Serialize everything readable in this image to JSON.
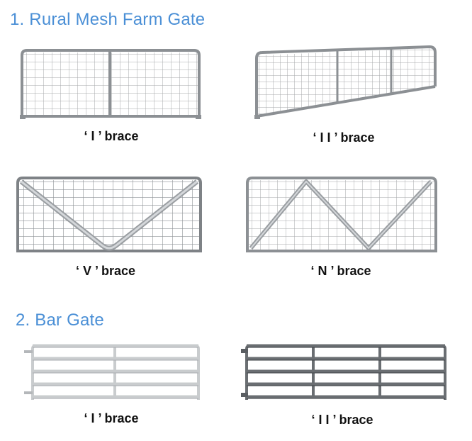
{
  "sections": [
    {
      "title": "1. Rural Mesh Farm Gate",
      "items": [
        {
          "caption": "‘ I ’ brace"
        },
        {
          "caption": "‘ I I ’ brace"
        },
        {
          "caption": "‘ V ’ brace"
        },
        {
          "caption": "‘ N ’ brace"
        }
      ]
    },
    {
      "title": "2. Bar Gate",
      "items": [
        {
          "caption": "‘ I ’ brace"
        },
        {
          "caption": "‘ I I ’ brace"
        }
      ]
    }
  ],
  "colors": {
    "heading": "#4a8fd6",
    "frame_light": "#c8cbce",
    "frame_dark": "#6b6f73",
    "mesh": "#9a9da0"
  },
  "icons": [
    "mesh-gate-i-brace",
    "mesh-gate-ii-brace",
    "mesh-gate-v-brace",
    "mesh-gate-n-brace",
    "bar-gate-i-brace",
    "bar-gate-ii-brace"
  ]
}
